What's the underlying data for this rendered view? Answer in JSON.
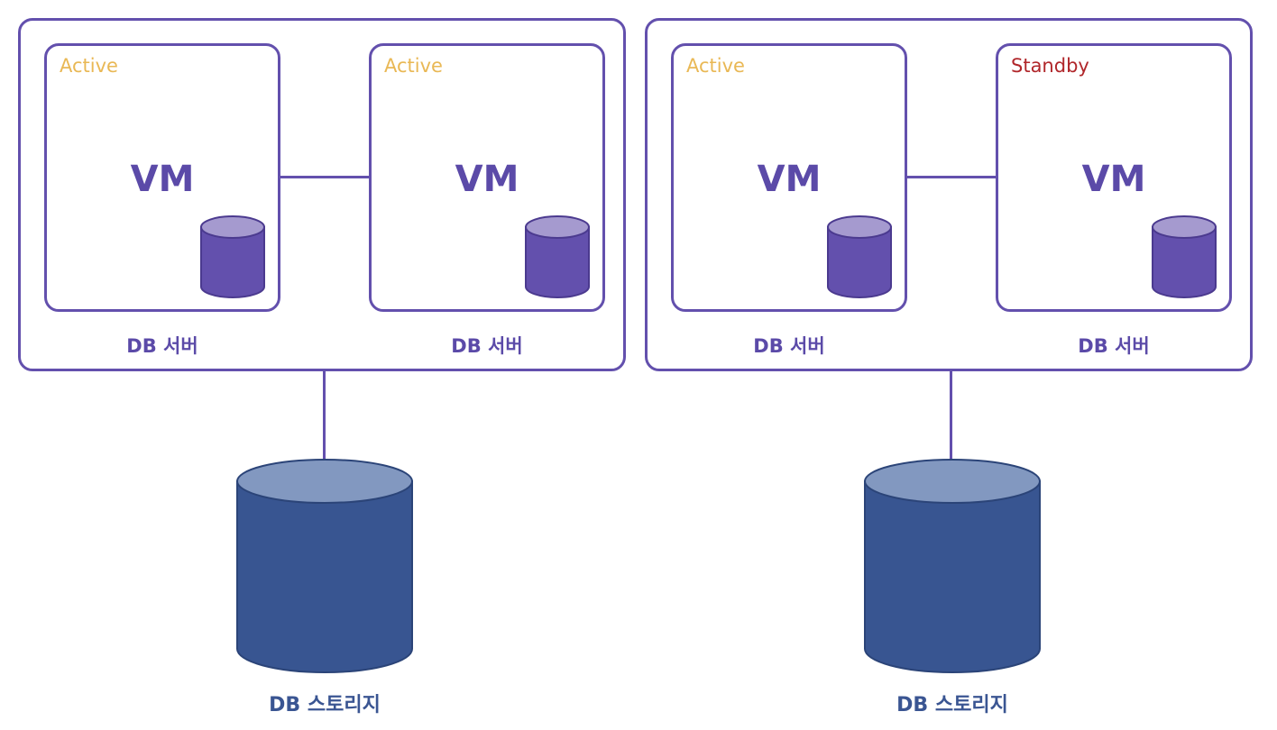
{
  "colors": {
    "frame": "#6350ad",
    "active": "#e9b855",
    "standby": "#b0262a",
    "vm_text": "#5b4aa8",
    "small_cylinder_body": "#6350ad",
    "small_cylinder_top": "#a59acf",
    "storage_body": "#385591",
    "storage_top": "#8298c0",
    "storage_text": "#3a5592"
  },
  "clusters": [
    {
      "servers": [
        {
          "status": "Active",
          "status_kind": "active",
          "vm_label": "VM",
          "caption": "DB 서버"
        },
        {
          "status": "Active",
          "status_kind": "active",
          "vm_label": "VM",
          "caption": "DB 서버"
        }
      ],
      "storage_label": "DB 스토리지"
    },
    {
      "servers": [
        {
          "status": "Active",
          "status_kind": "active",
          "vm_label": "VM",
          "caption": "DB 서버"
        },
        {
          "status": "Standby",
          "status_kind": "standby",
          "vm_label": "VM",
          "caption": "DB 서버"
        }
      ],
      "storage_label": "DB 스토리지"
    }
  ]
}
